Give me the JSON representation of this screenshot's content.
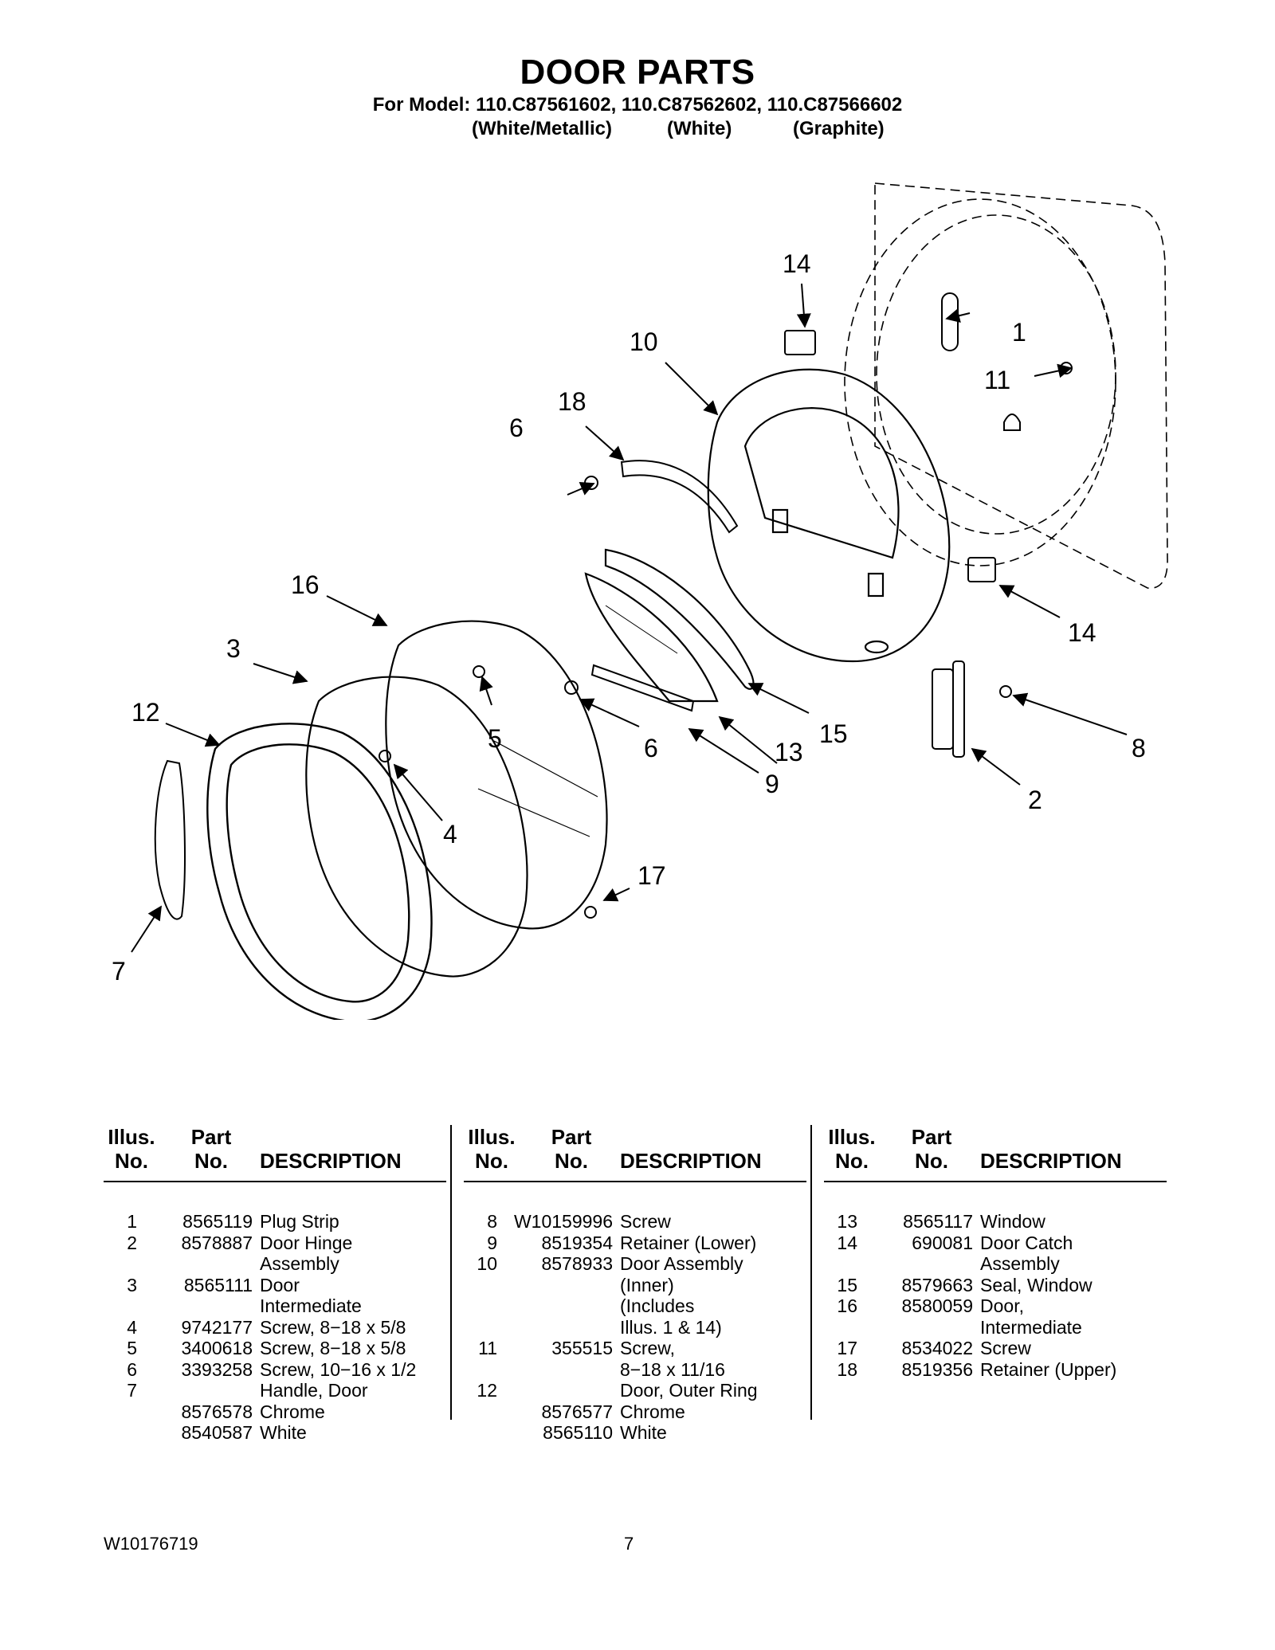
{
  "header": {
    "title": "DOOR PARTS",
    "model_line": "For Model: 110.C87561602, 110.C87562602, 110.C87566602",
    "colors": [
      "(White/Metallic)",
      "(White)",
      "(Graphite)"
    ]
  },
  "diagram": {
    "callouts": [
      "1",
      "2",
      "3",
      "4",
      "5",
      "6",
      "6",
      "7",
      "8",
      "9",
      "10",
      "11",
      "12",
      "13",
      "14",
      "14",
      "15",
      "16",
      "17",
      "18"
    ]
  },
  "table": {
    "headers": {
      "illus_line1": "Illus.",
      "illus_line2": "No.",
      "part_line1": "Part",
      "part_line2": "No.",
      "description": "DESCRIPTION"
    },
    "columns": [
      [
        {
          "illus": "1",
          "part": "8565119",
          "desc": "Plug Strip"
        },
        {
          "illus": "2",
          "part": "8578887",
          "desc": "Door Hinge"
        },
        {
          "illus": "",
          "part": "",
          "desc": "Assembly"
        },
        {
          "illus": "3",
          "part": "8565111",
          "desc": "Door"
        },
        {
          "illus": "",
          "part": "",
          "desc": "Intermediate"
        },
        {
          "illus": "4",
          "part": "9742177",
          "desc": "Screw, 8−18 x 5/8"
        },
        {
          "illus": "5",
          "part": "3400618",
          "desc": "Screw, 8−18 x 5/8"
        },
        {
          "illus": "6",
          "part": "3393258",
          "desc": "Screw, 10−16 x 1/2"
        },
        {
          "illus": "7",
          "part": "",
          "desc": "Handle, Door"
        },
        {
          "illus": "",
          "part": "8576578",
          "desc": "Chrome"
        },
        {
          "illus": "",
          "part": "8540587",
          "desc": "White"
        }
      ],
      [
        {
          "illus": "8",
          "part": "W10159996",
          "desc": "Screw"
        },
        {
          "illus": "9",
          "part": "8519354",
          "desc": "Retainer (Lower)"
        },
        {
          "illus": "10",
          "part": "8578933",
          "desc": "Door Assembly"
        },
        {
          "illus": "",
          "part": "",
          "desc": "(Inner)"
        },
        {
          "illus": "",
          "part": "",
          "desc": "(Includes"
        },
        {
          "illus": "",
          "part": "",
          "desc": "Illus. 1 & 14)"
        },
        {
          "illus": "11",
          "part": "355515",
          "desc": "Screw,"
        },
        {
          "illus": "",
          "part": "",
          "desc": "8−18 x 11/16"
        },
        {
          "illus": "12",
          "part": "",
          "desc": "Door, Outer Ring"
        },
        {
          "illus": "",
          "part": "8576577",
          "desc": "Chrome"
        },
        {
          "illus": "",
          "part": "8565110",
          "desc": "White"
        }
      ],
      [
        {
          "illus": "13",
          "part": "8565117",
          "desc": "Window"
        },
        {
          "illus": "14",
          "part": "690081",
          "desc": "Door Catch"
        },
        {
          "illus": "",
          "part": "",
          "desc": "Assembly"
        },
        {
          "illus": "15",
          "part": "8579663",
          "desc": "Seal, Window"
        },
        {
          "illus": "16",
          "part": "8580059",
          "desc": "Door,"
        },
        {
          "illus": "",
          "part": "",
          "desc": "Intermediate"
        },
        {
          "illus": "17",
          "part": "8534022",
          "desc": "Screw"
        },
        {
          "illus": "18",
          "part": "8519356",
          "desc": "Retainer (Upper)"
        }
      ]
    ]
  },
  "footer": {
    "doc_number": "W10176719",
    "page_number": "7"
  }
}
